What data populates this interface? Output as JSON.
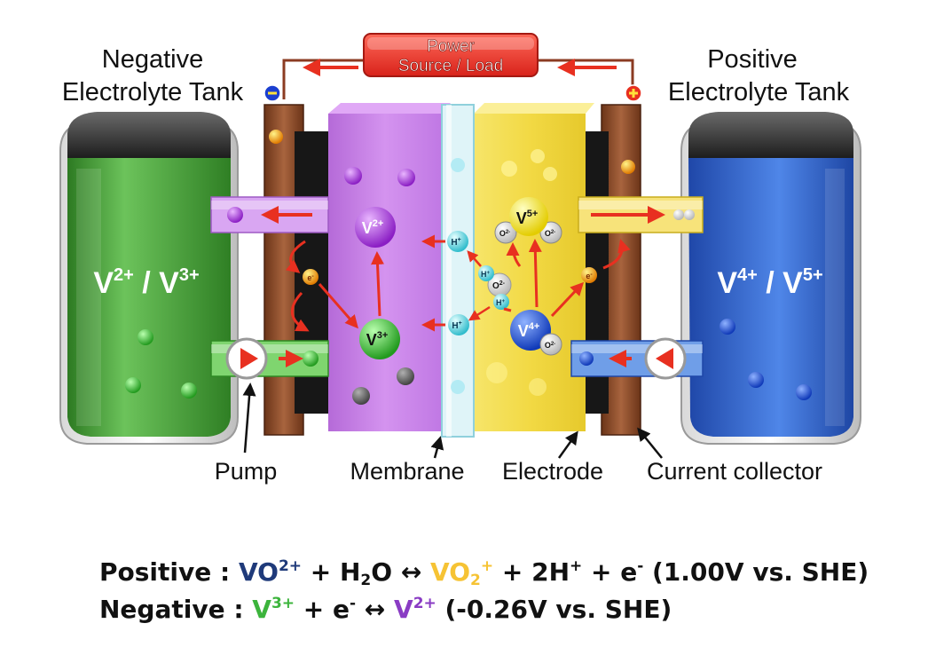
{
  "power_box": {
    "line1": "Power",
    "line2": "Source / Load"
  },
  "neg_tank_label": {
    "line1": "Negative",
    "line2": "Electrolyte Tank"
  },
  "pos_tank_label": {
    "line1": "Positive",
    "line2": "Electrolyte Tank"
  },
  "neg_tank_species": {
    "a": "V",
    "a_sup": "2+",
    "sep": " / ",
    "b": "V",
    "b_sup": "3+"
  },
  "pos_tank_species": {
    "a": "V",
    "a_sup": "4+",
    "sep": " / ",
    "b": "V",
    "b_sup": "5+"
  },
  "ions": {
    "v2": {
      "base": "V",
      "sup": "2+"
    },
    "v3": {
      "base": "V",
      "sup": "3+"
    },
    "v4": {
      "base": "V",
      "sup": "4+"
    },
    "v5": {
      "base": "V",
      "sup": "5+"
    },
    "h_plus": {
      "base": "H",
      "sup": "+"
    },
    "o": {
      "base": "O",
      "sup": "2-"
    },
    "e": {
      "base": "e",
      "sup": "-"
    }
  },
  "bottom_labels": {
    "pump": "Pump",
    "membrane": "Membrane",
    "electrode": "Electrode",
    "current_collector": "Current collector"
  },
  "equations": {
    "positive": {
      "label": "Positive : ",
      "r1": "VO",
      "r1_sup": "2+",
      "plus1": " + ",
      "r2a": "H",
      "r2_sub": "2",
      "r2b": "O",
      "arrow": " ↔ ",
      "p1": "VO",
      "p1_sub": "2",
      "p1_sup": "+",
      "rest1": " + 2H",
      "rest1_sup": "+",
      "rest2": " + e",
      "rest2_sup": "-",
      "potential": " (1.00V vs. SHE)"
    },
    "negative": {
      "label": "Negative : ",
      "r1": "V",
      "r1_sup": "3+",
      "plus1": " + e",
      "e_sup": "-",
      "arrow": "  ↔ ",
      "p1": "V",
      "p1_sup": "2+",
      "potential": " (-0.26V vs. SHE)"
    }
  },
  "colors": {
    "neg_tank": "#3f9a2f",
    "pos_tank": "#2f62c8",
    "neg_cell": "#c67ee6",
    "pos_cell": "#f2dc4e",
    "membrane": "#d8f1f6",
    "collector": "#8b4b2b",
    "arrow": "#e83020",
    "v2_ball": "#9b2fd0",
    "v3_ball": "#3cb43c",
    "v4_ball": "#1e4fd6",
    "v5_ball": "#f5e21a",
    "h_ball": "#4fd7e3"
  }
}
